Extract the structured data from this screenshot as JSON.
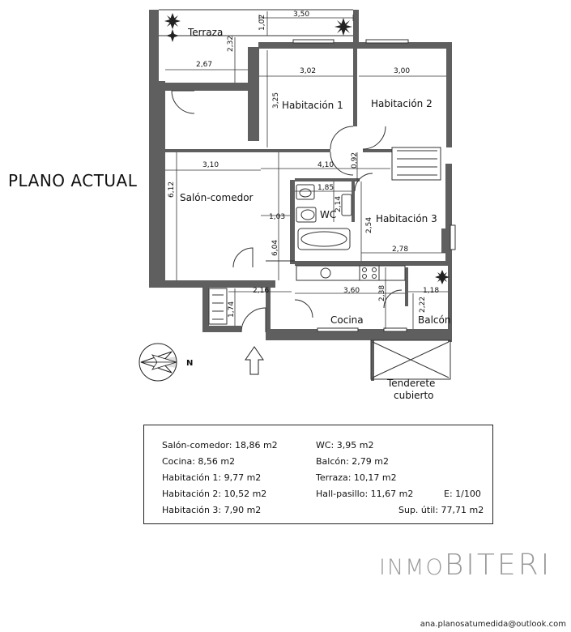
{
  "title": "PLANO ACTUAL",
  "rooms": {
    "terraza": "Terraza",
    "habitacion1": "Habitación 1",
    "habitacion2": "Habitación 2",
    "salon": "Salón-comedor",
    "wc": "WC",
    "habitacion3": "Habitación 3",
    "cocina": "Cocina",
    "balcon": "Balcón",
    "tenderete_line1": "Tenderete",
    "tenderete_line2": "cubierto"
  },
  "dimensions": {
    "d350": "3,50",
    "d102": "1,02",
    "d232": "2,32",
    "d267": "2,67",
    "d302": "3,02",
    "d300": "3,00",
    "d325": "3,25",
    "d310": "3,10",
    "d410": "4,10",
    "d092": "0,92",
    "d612": "6,12",
    "d185": "1,85",
    "d214": "2,14",
    "d103": "1,03",
    "d254": "2,54",
    "d604": "6,04",
    "d278": "2,78",
    "d216": "2,16",
    "d360": "3,60",
    "d118": "1,18",
    "d174": "1,74",
    "d238": "2,38",
    "d222": "2,22"
  },
  "compass": "N",
  "legend": {
    "salon": "Salón-comedor: 18,86 m2",
    "wc": "WC: 3,95 m2",
    "cocina": "Cocina: 8,56 m2",
    "balcon": "Balcón: 2,79 m2",
    "hab1": "Habitación 1: 9,77 m2",
    "terraza": "Terraza: 10,17 m2",
    "hab2": "Habitación 2: 10,52 m2",
    "hall": "Hall-pasillo: 11,67 m2",
    "escala": "E: 1/100",
    "hab3": "Habitación 3: 7,90 m2",
    "sup": "Sup. útil: 77,71 m2"
  },
  "brand": {
    "part1": "INMO",
    "part2": "BITERI"
  },
  "email": "ana.planosatumedida@outlook.com"
}
